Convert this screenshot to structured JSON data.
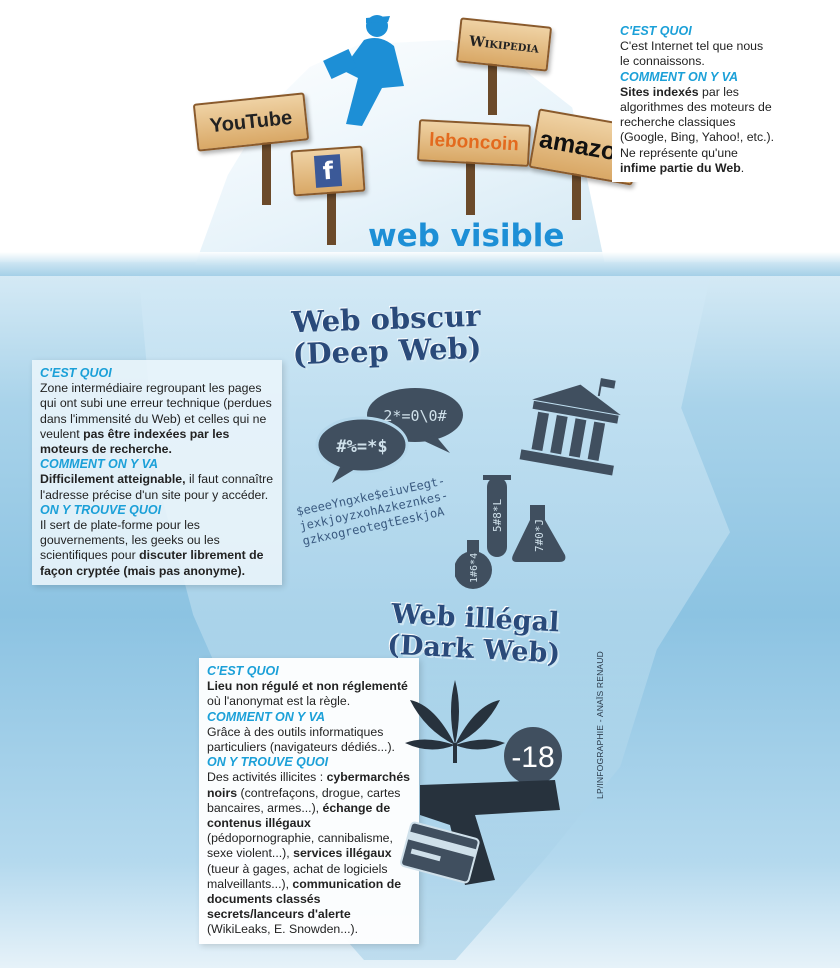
{
  "visible": {
    "title": "web visible",
    "signs": [
      "YouTube",
      "f",
      "Wikipedia",
      "leboncoin",
      "amazon"
    ],
    "info": {
      "h1": "C'EST QUOI",
      "t1": "C'est Internet tel que nous le connaissons.",
      "h2": "COMMENT ON Y VA",
      "t2_bold": "Sites indexés",
      "t2": " par les algorithmes des moteurs de recherche classiques (Google, Bing, Yahoo!, etc.). Ne représente qu'une ",
      "t2_bold2": "infime partie du Web",
      "t2_end": "."
    }
  },
  "deep": {
    "title_line1": "Web obscur",
    "title_line2": "(Deep Web)",
    "info": {
      "h1": "C'EST QUOI",
      "t1": "Zone intermédiaire regroupant les pages qui ont subi une erreur technique (perdues dans l'immensité du Web) et celles qui ne veulent ",
      "t1_bold": "pas être indexées par les moteurs de recherche.",
      "h2": "COMMENT ON Y VA",
      "t2_bold": "Difficilement atteignable,",
      "t2": " il faut connaître l'adresse précise d'un site pour y accéder.",
      "h3": "ON Y TROUVE QUOI",
      "t3": "Il sert de plate-forme pour les gouvernements, les geeks ou les scientifiques pour ",
      "t3_bold": "discuter librement de façon cryptée (mais pas anonyme)."
    },
    "bubble1": "#%=*$",
    "bubble2": "2*=0\\0#",
    "garbled": [
      "$eeeeYngxke$eiuvEegt-",
      "jexkjoyzxohAzkeznkes-",
      "gzkxogreotegtEeskjoA"
    ],
    "flasks": [
      "1#6*4",
      "5#8*L",
      "7#0*J"
    ]
  },
  "dark": {
    "title_line1": "Web illégal",
    "title_line2": "(Dark Web)",
    "age_badge": "-18",
    "info": {
      "h1": "C'EST QUOI",
      "t1_bold": "Lieu non régulé et non réglementé",
      "t1": " où l'anonymat est la règle.",
      "h2": "COMMENT ON Y VA",
      "t2": "Grâce à des outils informatiques particuliers (navigateurs dédiés...).",
      "h3": "ON Y TROUVE QUOI",
      "t3a": "Des activités illicites : ",
      "t3b": "cybermarchés noirs",
      "t3c": " (contrefaçons, drogue, cartes bancaires, armes...), ",
      "t3d": "échange de contenus illégaux",
      "t3e": " (pédopornographie, cannibalisme, sexe violent...), ",
      "t3f": "services illégaux",
      "t3g": " (tueur à gages, achat de logiciels malveillants...), ",
      "t3h": "communication de documents classés secrets/lanceurs d'alerte",
      "t3i": " (WikiLeaks, E. Snowden...)."
    }
  },
  "credit": "LP/INFOGRAPHIE - ANAÏS RENAUD",
  "colors": {
    "accent": "#1ba0d8",
    "title": "#2a4a7a",
    "icon": "#404f5f",
    "person": "#1d8fd6"
  }
}
